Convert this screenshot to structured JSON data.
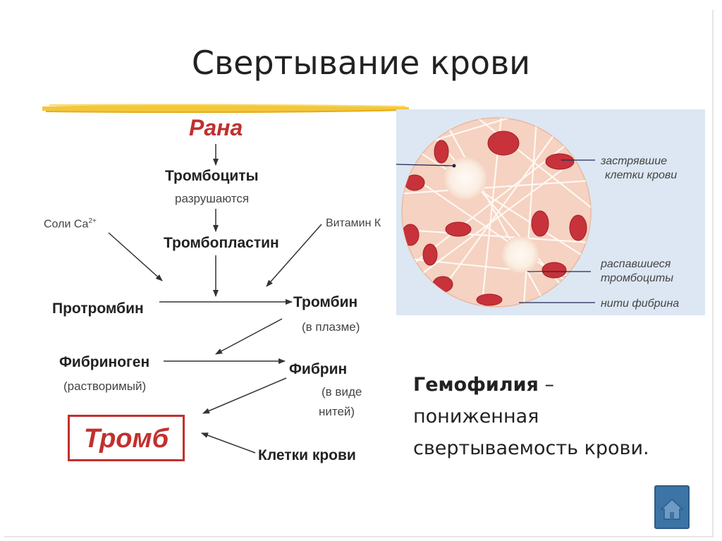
{
  "title": "Свертывание крови",
  "flow": {
    "wound": "Рана",
    "platelets": "Тромбоциты",
    "platelets_note": "разрушаются",
    "calcium": "Соли Са",
    "calcium_sup": "2+",
    "vitamin_k": "Витамин К",
    "thromboplastin": "Тромбопластин",
    "prothrombin": "Протромбин",
    "thrombin": "Тромбин",
    "thrombin_note": "(в плазме)",
    "fibrinogen": "Фибриноген",
    "fibrinogen_note": "(растворимый)",
    "fibrin": "Фибрин",
    "fibrin_note_1": "(в виде",
    "fibrin_note_2": "нитей)",
    "clot": "Тромб",
    "blood_cells": "Клетки крови"
  },
  "micrograph": {
    "label_trapped_1": "застрявшие",
    "label_trapped_2": "клетки крови",
    "label_platelets_1": "распавшиеся",
    "label_platelets_2": "тромбоциты",
    "label_fibrin": "нити фибрина"
  },
  "hemophilia": {
    "term": "Гемофилия",
    "dash": " –",
    "line_2": "пониженная",
    "line_3": "свертываемость крови."
  },
  "colors": {
    "accent_red": "#c2302e",
    "highlight_yellow": "#f2c42e",
    "micro_background": "#dce7f3",
    "cell_tissue": "#f5d2c1",
    "blood_cell": "#c8323a",
    "home_button": "#3d74a6"
  },
  "icons": {
    "home_button": "home-icon"
  }
}
